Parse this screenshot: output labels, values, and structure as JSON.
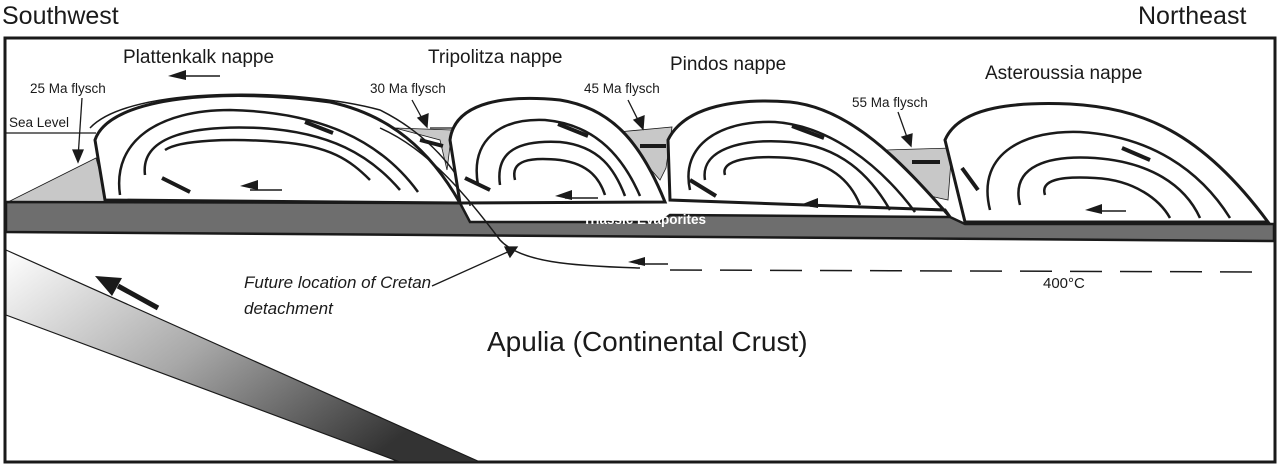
{
  "directions": {
    "left": "Southwest",
    "right": "Northeast"
  },
  "nappes": [
    {
      "name": "Plattenkalk nappe"
    },
    {
      "name": "Tripolitza nappe"
    },
    {
      "name": "Pindos nappe"
    },
    {
      "name": "Asteroussia nappe"
    }
  ],
  "flysch": [
    {
      "label": "25 Ma flysch"
    },
    {
      "label": "30 Ma flysch"
    },
    {
      "label": "45 Ma flysch"
    },
    {
      "label": "55 Ma flysch"
    }
  ],
  "sea_level": "Sea Level",
  "evaporites": "Triassic Evaporites",
  "detachment": {
    "line1": "Future location of Cretan",
    "line2": "detachment"
  },
  "temperature": "400°C",
  "crust": "Apulia (Continental Crust)",
  "colors": {
    "ink": "#1a1a1a",
    "sediment": "#c8c8c8",
    "evaporite": "#6e6e6e",
    "slab_top": "#ffffff",
    "slab_bottom": "#3a3a3a"
  }
}
